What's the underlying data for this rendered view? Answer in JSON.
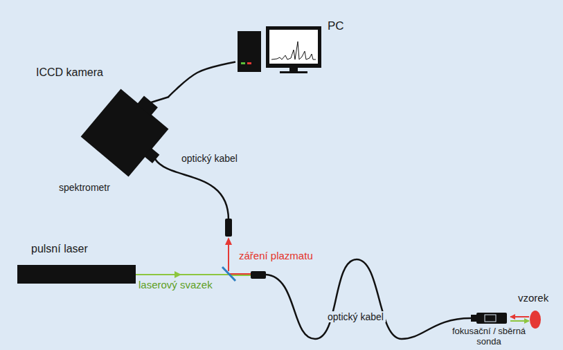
{
  "diagram": {
    "nodes": [
      {
        "text": [
          "PC"
        ]
      },
      {
        "text": [
          "ICCD kamera",
          "spektrometr"
        ]
      },
      {
        "text": [
          "pulsní laser"
        ]
      },
      {
        "text": [
          "fokusační / sběrná sonda"
        ]
      },
      {
        "text": [
          "vzorek"
        ]
      }
    ],
    "edges": [
      {
        "from": 1,
        "to": 0,
        "arrow": "none"
      },
      {
        "from": 3,
        "to": 4,
        "arrow": "to"
      },
      {
        "from": 4,
        "to": 3,
        "arrow": "to"
      }
    ],
    "labels": [
      "optický kabel",
      "záření plazmatu",
      "laserový svazek",
      "optický kabel"
    ]
  }
}
